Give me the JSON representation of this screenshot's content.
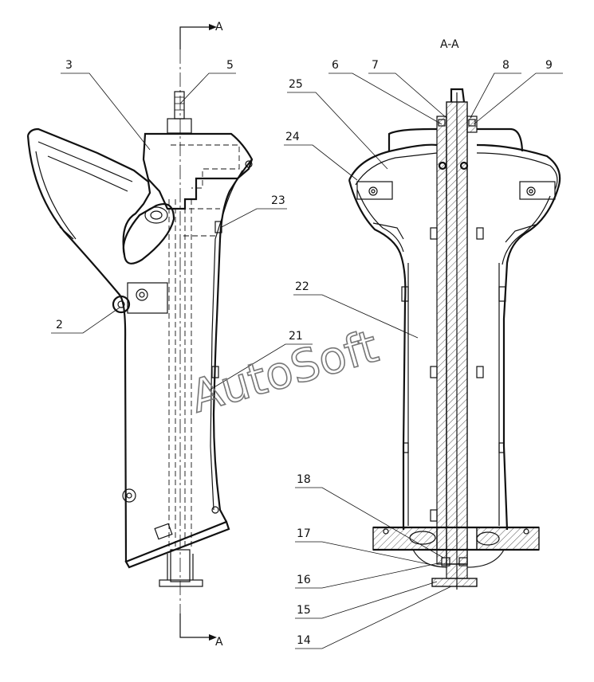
{
  "section_title": "A-A",
  "section_marks": {
    "top": "A",
    "bottom": "A"
  },
  "callouts_left": [
    "3",
    "5",
    "23",
    "2",
    "21"
  ],
  "callouts_right": [
    "6",
    "7",
    "8",
    "9",
    "25",
    "24",
    "22",
    "18",
    "17",
    "16",
    "15",
    "14"
  ],
  "watermark": "AutoSoft",
  "colors": {
    "line": "#111111",
    "watermark": "#777777",
    "background": "#ffffff"
  }
}
